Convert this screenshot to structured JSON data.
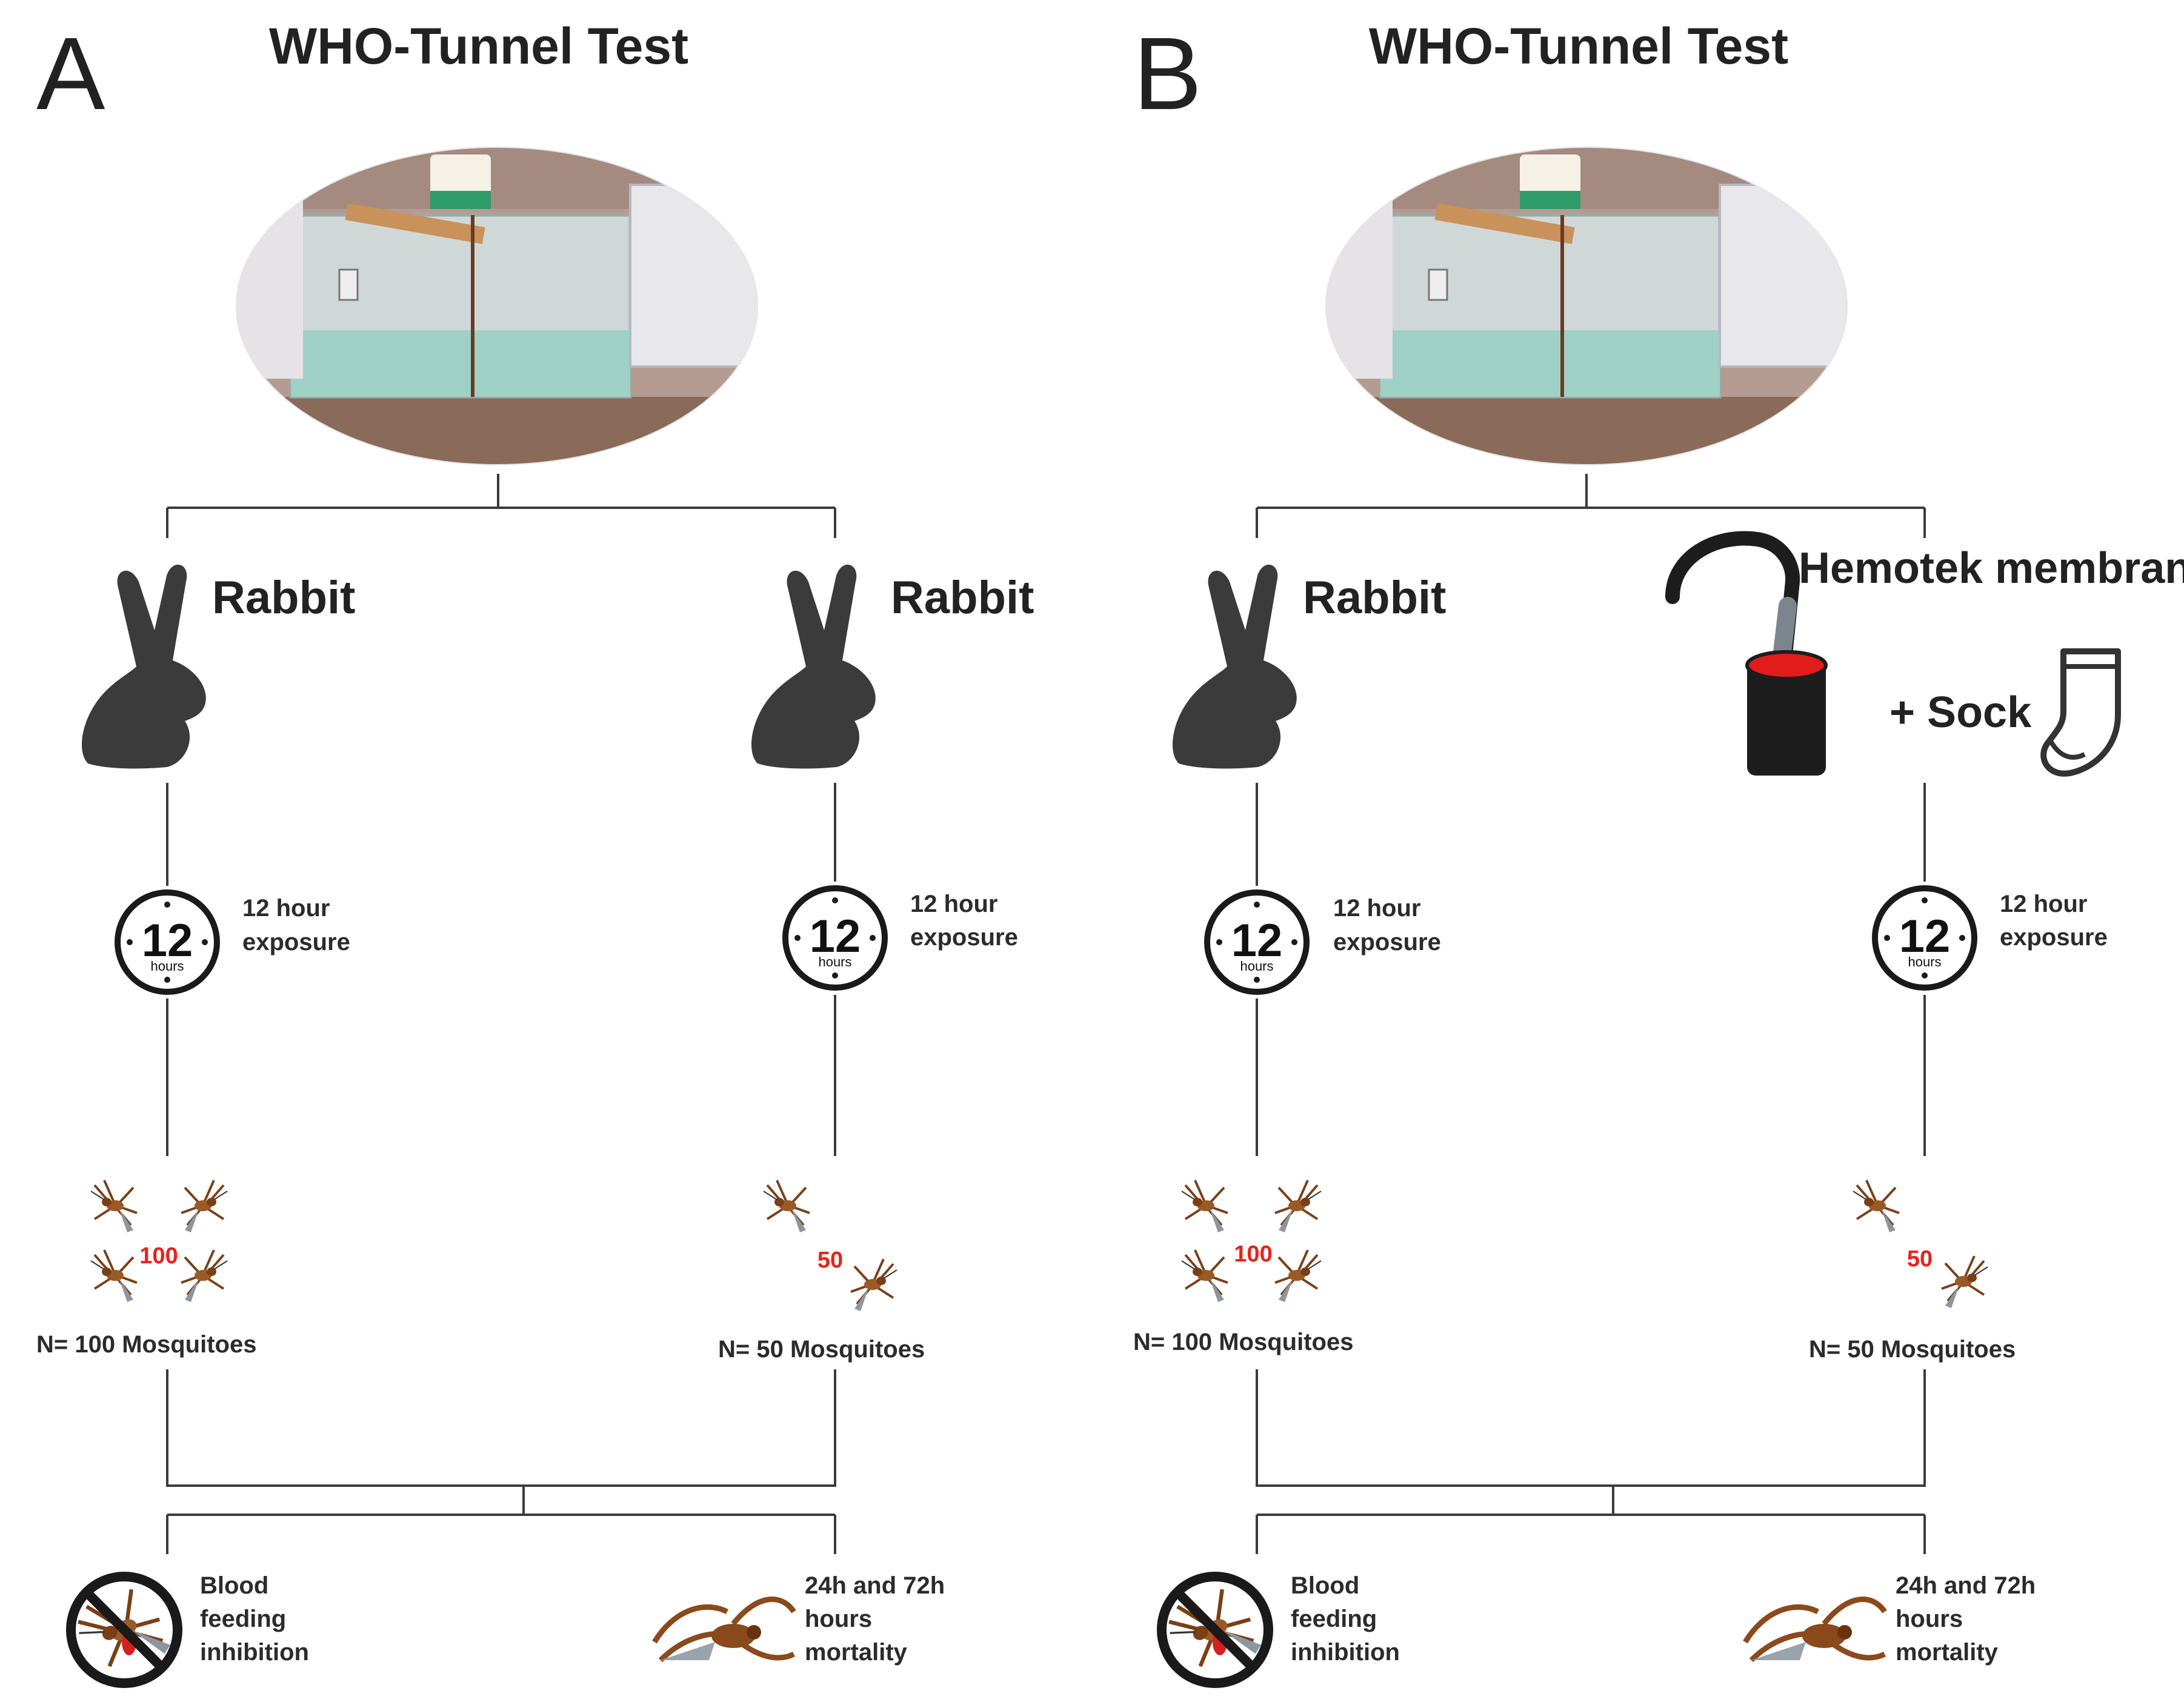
{
  "panels": [
    {
      "letter": "A",
      "title": "WHO-Tunnel Test",
      "branches": [
        {
          "host": "Rabbit",
          "exposure_line1": "12 hour",
          "exposure_line2": "exposure",
          "count": "100",
          "n_label": "N= 100 Mosquitoes"
        },
        {
          "host": "Rabbit",
          "exposure_line1": "12 hour",
          "exposure_line2": "exposure",
          "count": "50",
          "n_label": "N= 50 Mosquitoes"
        }
      ],
      "outcomes": {
        "left": [
          "Blood",
          "feeding",
          "inhibition"
        ],
        "right": [
          "24h and 72h",
          "hours",
          "mortality"
        ]
      }
    },
    {
      "letter": "B",
      "title": "WHO-Tunnel Test",
      "branches": [
        {
          "host": "Rabbit",
          "exposure_line1": "12 hour",
          "exposure_line2": "exposure",
          "count": "100",
          "n_label": "N= 100 Mosquitoes"
        },
        {
          "host": "Hemotek membrane",
          "extra": "+ Sock",
          "exposure_line1": "12 hour",
          "exposure_line2": "exposure",
          "count": "50",
          "n_label": "N= 50 Mosquitoes"
        }
      ],
      "outcomes": {
        "left": [
          "Blood",
          "feeding",
          "inhibition"
        ],
        "right": [
          "24h and 72h",
          "hours",
          "mortality"
        ]
      }
    }
  ],
  "clock": {
    "number": "12",
    "unit": "hours"
  },
  "icons": [
    "photo-tunnel",
    "rabbit-icon",
    "hemotek-icon",
    "sock-icon",
    "clock-icon",
    "mosquito-icon",
    "no-feeding-icon",
    "dead-mosquito-icon"
  ],
  "colors": {
    "count": "#e8221b",
    "icon": "#3b3b3b",
    "mosquito": "#8a4a1c",
    "blood": "#d62020"
  }
}
